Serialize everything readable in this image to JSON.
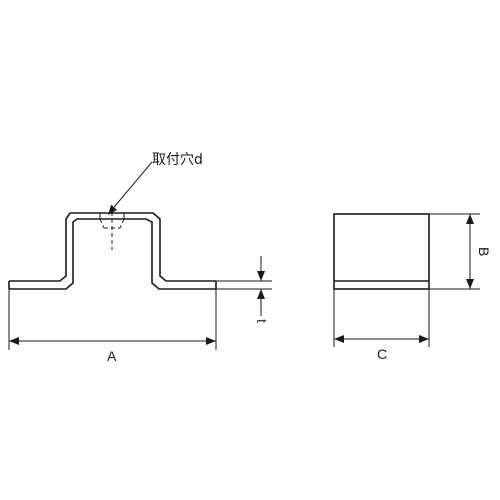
{
  "labels": {
    "hole": "取付穴d",
    "dim_a": "A",
    "dim_b": "B",
    "dim_c": "C",
    "dim_t": "t"
  },
  "colors": {
    "line": "#1a1a1a",
    "background": "#ffffff"
  }
}
